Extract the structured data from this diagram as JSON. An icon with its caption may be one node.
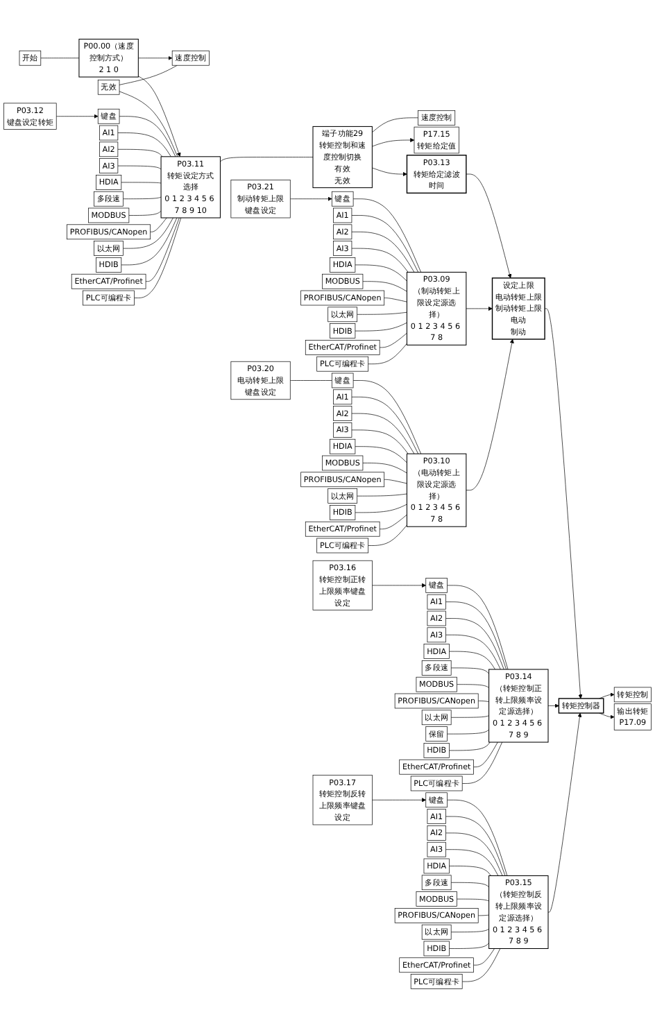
{
  "diagram": {
    "nodes": [
      {
        "text": [
          "速度控制"
        ]
      },
      {
        "text": [
          "P03.12",
          "键盘设定转矩"
        ]
      },
      {
        "text": [
          "无效"
        ]
      },
      {
        "text": [
          "键盘"
        ]
      },
      {
        "text": [
          "AI1"
        ]
      },
      {
        "text": [
          "AI2"
        ]
      },
      {
        "text": [
          "AI3"
        ]
      },
      {
        "text": [
          "HDIA"
        ]
      },
      {
        "text": [
          "多段速"
        ]
      },
      {
        "text": [
          "MODBUS"
        ]
      },
      {
        "text": [
          "PROFIBUS/CANopen"
        ]
      },
      {
        "text": [
          "以太网"
        ]
      },
      {
        "text": [
          "HDIB"
        ]
      },
      {
        "text": [
          "EtherCAT/Profinet"
        ]
      },
      {
        "text": [
          "PLC可编程卡"
        ]
      },
      {
        "text": [
          "P00.00（速度控制方式）",
          "2 1 0"
        ]
      },
      {
        "text": [
          "开始"
        ]
      },
      {
        "text": [
          "P03.11",
          "转矩设定方式选择",
          "0 1 2 3 4 5 6 7 8 9 10"
        ]
      },
      {
        "text": [
          "端子功能29",
          "转矩控制和速度控制切换",
          "有效",
          "无效"
        ]
      },
      {
        "text": [
          "速度控制"
        ]
      },
      {
        "text": [
          "P17.15",
          "转矩给定值"
        ]
      },
      {
        "text": [
          "P03.13",
          "转矩给定滤波时间"
        ]
      },
      {
        "text": [
          "P03.21",
          "制动转矩上限键盘设定"
        ]
      },
      {
        "text": [
          "键盘"
        ]
      },
      {
        "text": [
          "AI1"
        ]
      },
      {
        "text": [
          "AI2"
        ]
      },
      {
        "text": [
          "AI3"
        ]
      },
      {
        "text": [
          "HDIA"
        ]
      },
      {
        "text": [
          "MODBUS"
        ]
      },
      {
        "text": [
          "PROFIBUS/CANopen"
        ]
      },
      {
        "text": [
          "以太网"
        ]
      },
      {
        "text": [
          "HDIB"
        ]
      },
      {
        "text": [
          "EtherCAT/Profinet"
        ]
      },
      {
        "text": [
          "PLC可编程卡"
        ]
      },
      {
        "text": [
          "P03.09",
          "（制动转矩上限设定源选择）",
          "0 1 2 3 4 5 6 7 8"
        ]
      },
      {
        "text": [
          "P03.20",
          "电动转矩上限键盘设定"
        ]
      },
      {
        "text": [
          "键盘"
        ]
      },
      {
        "text": [
          "AI1"
        ]
      },
      {
        "text": [
          "AI2"
        ]
      },
      {
        "text": [
          "AI3"
        ]
      },
      {
        "text": [
          "HDIA"
        ]
      },
      {
        "text": [
          "MODBUS"
        ]
      },
      {
        "text": [
          "PROFIBUS/CANopen"
        ]
      },
      {
        "text": [
          "以太网"
        ]
      },
      {
        "text": [
          "HDIB"
        ]
      },
      {
        "text": [
          "EtherCAT/Profinet"
        ]
      },
      {
        "text": [
          "PLC可编程卡"
        ]
      },
      {
        "text": [
          "P03.10",
          "（电动转矩上限设定源选择）",
          "0 1 2 3 4 5 6 7 8"
        ]
      },
      {
        "text": [
          "设定上限",
          "电动转矩上限",
          "制动转矩上限",
          "电动",
          "制动"
        ]
      },
      {
        "text": [
          "转矩控制器"
        ]
      },
      {
        "text": [
          "P03.16",
          "转矩控制正转上限频率键盘设定"
        ]
      },
      {
        "text": [
          "键盘"
        ]
      },
      {
        "text": [
          "AI1"
        ]
      },
      {
        "text": [
          "AI2"
        ]
      },
      {
        "text": [
          "AI3"
        ]
      },
      {
        "text": [
          "HDIA"
        ]
      },
      {
        "text": [
          "多段速"
        ]
      },
      {
        "text": [
          "MODBUS"
        ]
      },
      {
        "text": [
          "PROFIBUS/CANopen"
        ]
      },
      {
        "text": [
          "以太网"
        ]
      },
      {
        "text": [
          "保留"
        ]
      },
      {
        "text": [
          "HDIB"
        ]
      },
      {
        "text": [
          "EtherCAT/Profinet"
        ]
      },
      {
        "text": [
          "PLC可编程卡"
        ]
      },
      {
        "text": [
          "P03.14",
          "（转矩控制正转上限频率设定源选择）",
          "0 1 2 3 4 5 6 7 8 9"
        ]
      },
      {
        "text": [
          "P03.17",
          "转矩控制反转上限频率键盘设定"
        ]
      },
      {
        "text": [
          "键盘"
        ]
      },
      {
        "text": [
          "AI1"
        ]
      },
      {
        "text": [
          "AI2"
        ]
      },
      {
        "text": [
          "AI3"
        ]
      },
      {
        "text": [
          "HDIA"
        ]
      },
      {
        "text": [
          "多段速"
        ]
      },
      {
        "text": [
          "MODBUS"
        ]
      },
      {
        "text": [
          "PROFIBUS/CANopen"
        ]
      },
      {
        "text": [
          "以太网"
        ]
      },
      {
        "text": [
          "HDIB"
        ]
      },
      {
        "text": [
          "EtherCAT/Profinet"
        ]
      },
      {
        "text": [
          "PLC可编程卡"
        ]
      },
      {
        "text": [
          "P03.15",
          "（转矩控制反转上限频率设定源选择）",
          "0 1 2 3 4 5 6 7 8 9"
        ]
      },
      {
        "text": [
          "转矩控制"
        ]
      },
      {
        "text": [
          "输出转矩",
          "P17.09"
        ]
      }
    ],
    "edges": [
      {
        "from": 1,
        "to": 3,
        "arrow": "to"
      },
      {
        "from": 15,
        "to": 0,
        "arrow": "to"
      },
      {
        "from": 2,
        "to": 0,
        "arrow": "none"
      },
      {
        "from": 16,
        "to": 15,
        "arrow": "none"
      },
      {
        "from": 15,
        "to": 17,
        "arrow": "to"
      },
      {
        "from": 2,
        "to": 17,
        "arrow": "none"
      },
      {
        "from": 3,
        "to": 17,
        "arrow": "none"
      },
      {
        "from": 4,
        "to": 17,
        "arrow": "none"
      },
      {
        "from": 5,
        "to": 17,
        "arrow": "none"
      },
      {
        "from": 6,
        "to": 17,
        "arrow": "none"
      },
      {
        "from": 7,
        "to": 17,
        "arrow": "none"
      },
      {
        "from": 8,
        "to": 17,
        "arrow": "none"
      },
      {
        "from": 9,
        "to": 17,
        "arrow": "none"
      },
      {
        "from": 10,
        "to": 17,
        "arrow": "none"
      },
      {
        "from": 11,
        "to": 17,
        "arrow": "none"
      },
      {
        "from": 12,
        "to": 17,
        "arrow": "none"
      },
      {
        "from": 13,
        "to": 17,
        "arrow": "none"
      },
      {
        "from": 14,
        "to": 17,
        "arrow": "none"
      },
      {
        "from": 17,
        "to": 18,
        "arrow": "none"
      },
      {
        "from": 18,
        "to": 19,
        "arrow": "none"
      },
      {
        "from": 18,
        "to": 21,
        "arrow": "to"
      },
      {
        "from": 18,
        "to": 20,
        "arrow": "to"
      },
      {
        "from": 21,
        "to": 48,
        "arrow": "to"
      },
      {
        "from": 22,
        "to": 23,
        "arrow": "to"
      },
      {
        "from": 23,
        "to": 34,
        "arrow": "none"
      },
      {
        "from": 24,
        "to": 34,
        "arrow": "none"
      },
      {
        "from": 25,
        "to": 34,
        "arrow": "none"
      },
      {
        "from": 26,
        "to": 34,
        "arrow": "none"
      },
      {
        "from": 27,
        "to": 34,
        "arrow": "none"
      },
      {
        "from": 28,
        "to": 34,
        "arrow": "none"
      },
      {
        "from": 29,
        "to": 34,
        "arrow": "none"
      },
      {
        "from": 30,
        "to": 34,
        "arrow": "none"
      },
      {
        "from": 31,
        "to": 34,
        "arrow": "none"
      },
      {
        "from": 32,
        "to": 34,
        "arrow": "none"
      },
      {
        "from": 33,
        "to": 34,
        "arrow": "none"
      },
      {
        "from": 34,
        "to": 48,
        "arrow": "to"
      },
      {
        "from": 35,
        "to": 36,
        "arrow": "none"
      },
      {
        "from": 36,
        "to": 47,
        "arrow": "none"
      },
      {
        "from": 37,
        "to": 47,
        "arrow": "none"
      },
      {
        "from": 38,
        "to": 47,
        "arrow": "none"
      },
      {
        "from": 39,
        "to": 47,
        "arrow": "none"
      },
      {
        "from": 40,
        "to": 47,
        "arrow": "none"
      },
      {
        "from": 41,
        "to": 47,
        "arrow": "none"
      },
      {
        "from": 42,
        "to": 47,
        "arrow": "none"
      },
      {
        "from": 43,
        "to": 47,
        "arrow": "none"
      },
      {
        "from": 44,
        "to": 47,
        "arrow": "none"
      },
      {
        "from": 45,
        "to": 47,
        "arrow": "none"
      },
      {
        "from": 46,
        "to": 47,
        "arrow": "none"
      },
      {
        "from": 47,
        "to": 48,
        "arrow": "to"
      },
      {
        "from": 48,
        "to": 49,
        "arrow": "to"
      },
      {
        "from": 50,
        "to": 51,
        "arrow": "to"
      },
      {
        "from": 51,
        "to": 64,
        "arrow": "none"
      },
      {
        "from": 52,
        "to": 64,
        "arrow": "none"
      },
      {
        "from": 53,
        "to": 64,
        "arrow": "none"
      },
      {
        "from": 54,
        "to": 64,
        "arrow": "none"
      },
      {
        "from": 55,
        "to": 64,
        "arrow": "none"
      },
      {
        "from": 56,
        "to": 64,
        "arrow": "none"
      },
      {
        "from": 57,
        "to": 64,
        "arrow": "none"
      },
      {
        "from": 58,
        "to": 64,
        "arrow": "none"
      },
      {
        "from": 59,
        "to": 64,
        "arrow": "none"
      },
      {
        "from": 60,
        "to": 64,
        "arrow": "none"
      },
      {
        "from": 61,
        "to": 64,
        "arrow": "none"
      },
      {
        "from": 62,
        "to": 64,
        "arrow": "none"
      },
      {
        "from": 63,
        "to": 64,
        "arrow": "none"
      },
      {
        "from": 64,
        "to": 49,
        "arrow": "to"
      },
      {
        "from": 65,
        "to": 66,
        "arrow": "to"
      },
      {
        "from": 66,
        "to": 78,
        "arrow": "none"
      },
      {
        "from": 67,
        "to": 78,
        "arrow": "none"
      },
      {
        "from": 68,
        "to": 78,
        "arrow": "none"
      },
      {
        "from": 69,
        "to": 78,
        "arrow": "none"
      },
      {
        "from": 70,
        "to": 78,
        "arrow": "none"
      },
      {
        "from": 71,
        "to": 78,
        "arrow": "none"
      },
      {
        "from": 72,
        "to": 78,
        "arrow": "none"
      },
      {
        "from": 73,
        "to": 78,
        "arrow": "none"
      },
      {
        "from": 74,
        "to": 78,
        "arrow": "none"
      },
      {
        "from": 75,
        "to": 78,
        "arrow": "none"
      },
      {
        "from": 76,
        "to": 78,
        "arrow": "none"
      },
      {
        "from": 77,
        "to": 78,
        "arrow": "none"
      },
      {
        "from": 78,
        "to": 49,
        "arrow": "to"
      },
      {
        "from": 49,
        "to": 79,
        "arrow": "to"
      },
      {
        "from": 49,
        "to": 80,
        "arrow": "to"
      }
    ]
  }
}
